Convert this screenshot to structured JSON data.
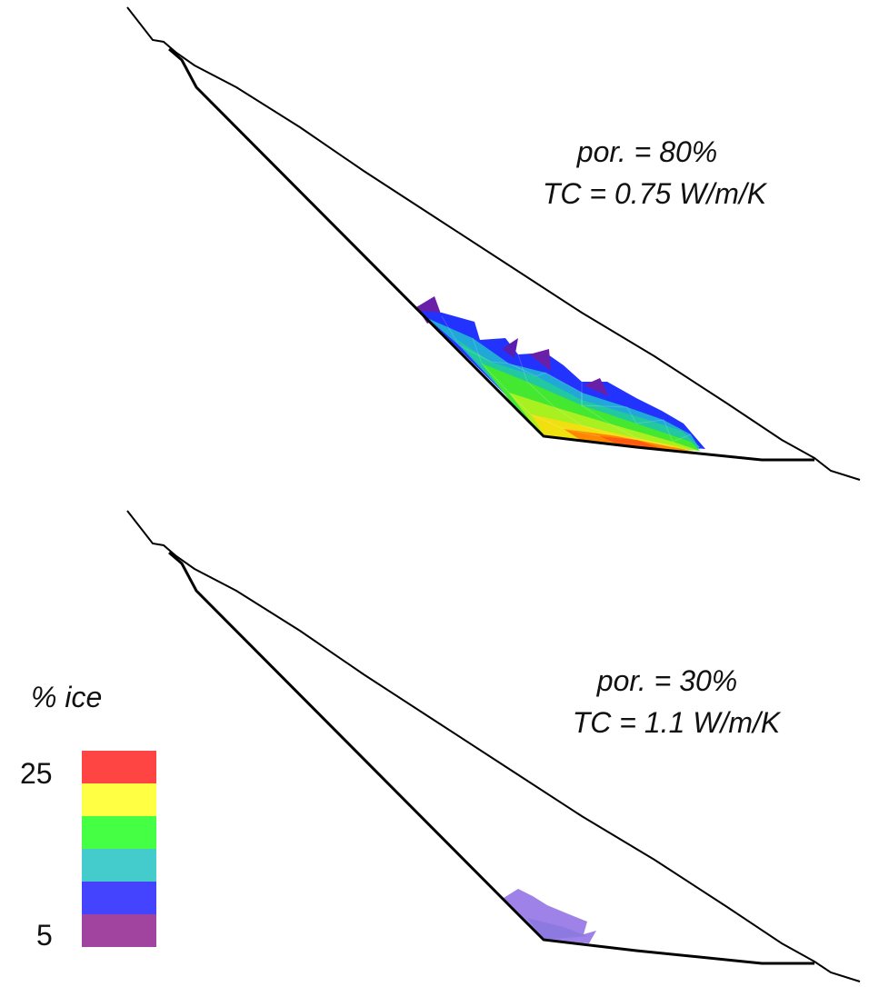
{
  "panels": [
    {
      "id": "top",
      "porosity_label": "por. = 80%",
      "conductivity_label": "TC = 0.75 W/m/K"
    },
    {
      "id": "bottom",
      "porosity_label": "por. = 30%",
      "conductivity_label": "TC = 1.1 W/m/K"
    }
  ],
  "legend": {
    "title": "% ice",
    "max_label": "25",
    "min_label": "5",
    "colors": [
      "#ff4444",
      "#ffff44",
      "#44ff44",
      "#44cccc",
      "#4444ff",
      "#a044a0"
    ]
  }
}
